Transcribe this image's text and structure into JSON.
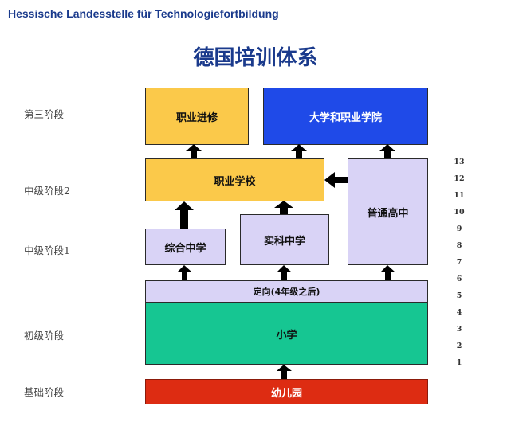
{
  "header": {
    "org": "Hessische Landesstelle für Technologiefortbildung",
    "title": "德国培训体系"
  },
  "stages": {
    "s3": "第三阶段",
    "mid2": "中级阶段2",
    "mid1": "中级阶段1",
    "primary": "初级阶段",
    "base": "基础阶段"
  },
  "boxes": {
    "vocational_further": "职业进修",
    "university": "大学和职业学院",
    "vocational_school": "职业学校",
    "gymnasium": "普通高中",
    "comprehensive": "综合中学",
    "realschule": "实科中学",
    "orientation": "定向(4年级之后)",
    "primary_school": "小学",
    "kindergarten": "幼儿园"
  },
  "grades": [
    "13",
    "12",
    "11",
    "10",
    "9",
    "8",
    "7",
    "6",
    "5",
    "4",
    "3",
    "2",
    "1"
  ],
  "colors": {
    "yellow": "#fbc94a",
    "lavender": "#d9d3f6",
    "blue": "#1f4ae8",
    "green": "#16c692",
    "red": "#dd2c12"
  }
}
